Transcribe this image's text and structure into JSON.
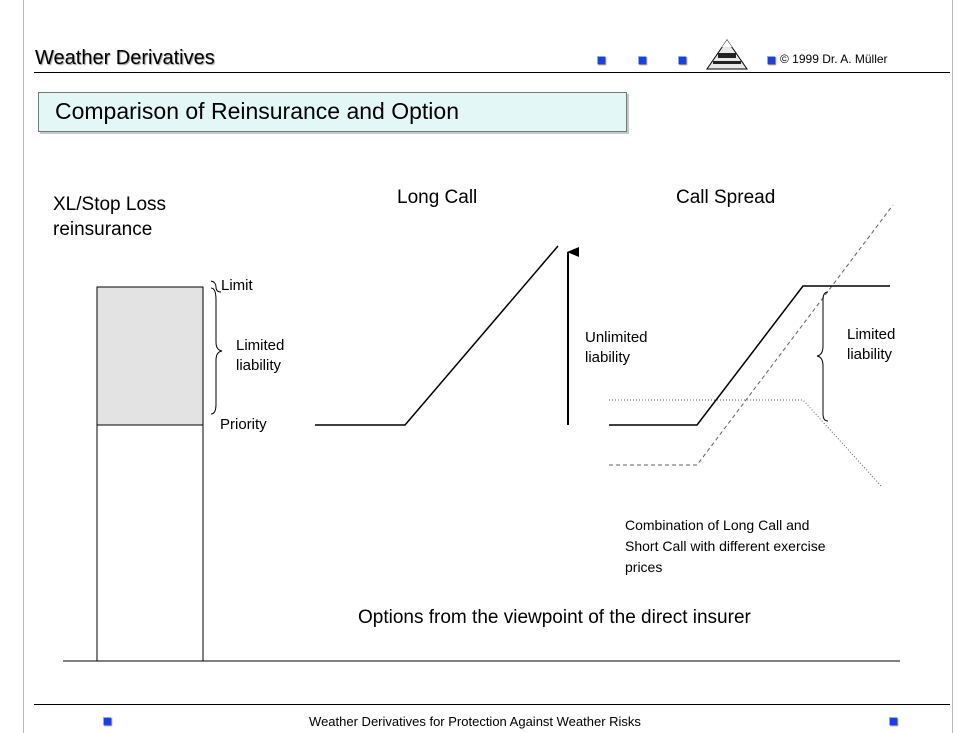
{
  "header": {
    "title": "Weather Derivatives",
    "copyright": "© 1999 Dr. A. Müller",
    "bullet_icon": "blue-square-bullet",
    "logo_icon": "pyramid-logo"
  },
  "slide": {
    "subtitle": "Comparison of Reinsurance and Option",
    "xl": {
      "heading_line1": "XL/Stop Loss",
      "heading_line2": "reinsurance",
      "limit_label": "Limit",
      "liability_line1": "Limited",
      "liability_line2": "liability",
      "priority_label": "Priority"
    },
    "long_call": {
      "heading": "Long Call",
      "liability_line1": "Unlimited",
      "liability_line2": "liability"
    },
    "call_spread": {
      "heading": "Call Spread",
      "liability_line1": "Limited",
      "liability_line2": "liability",
      "note_line1": "Combination of Long Call and",
      "note_line2": "Short Call with different exercise",
      "note_line3": "prices"
    },
    "caption": "Options from the viewpoint of the direct insurer"
  },
  "footer": {
    "text": "Weather Derivatives for Protection Against Weather Risks"
  },
  "colors": {
    "bullet": "#1d3fe0",
    "subtitle_bg": "#e4f7f7",
    "layer_fill": "#e3e3e3"
  }
}
